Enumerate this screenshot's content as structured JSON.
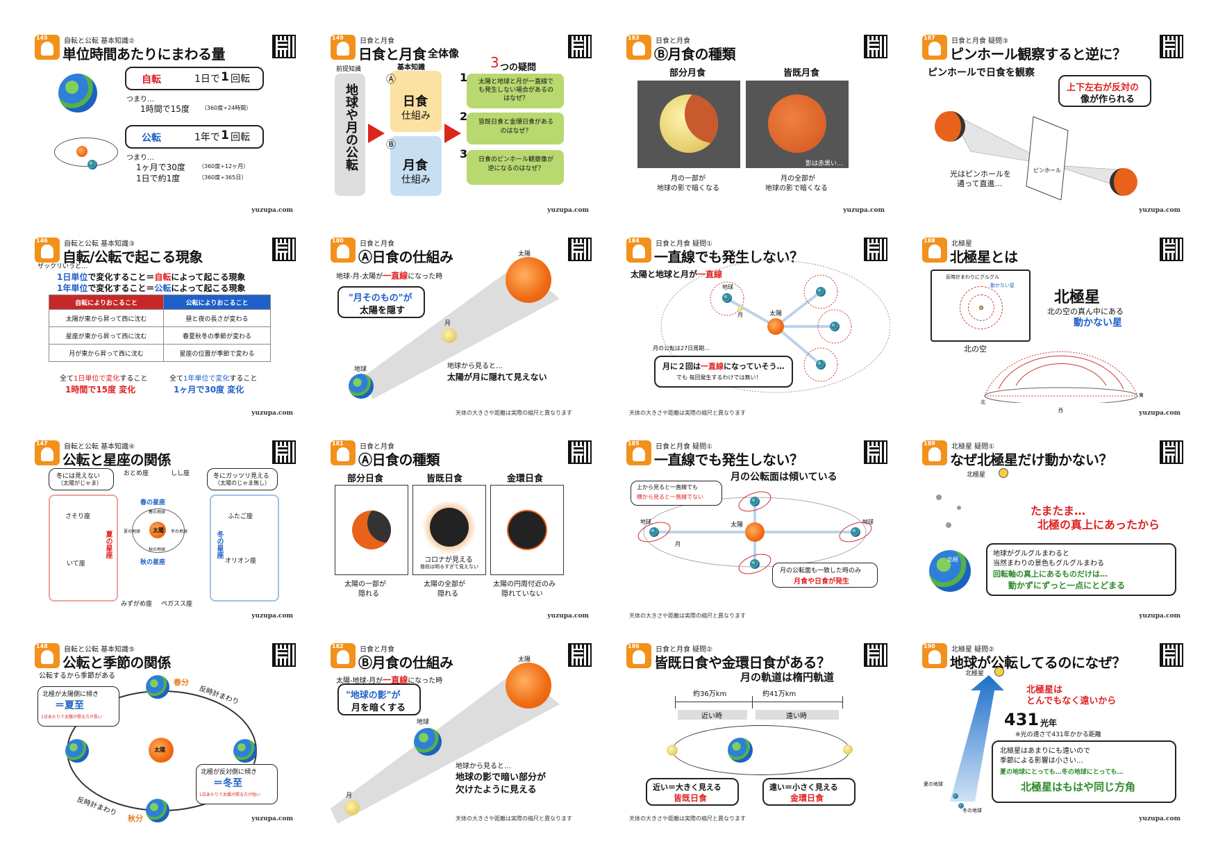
{
  "footer": "yuzupa.com",
  "note": "天体の大きさや距離は実際の縮尺と異なります",
  "cards": [
    {
      "num": "145",
      "cat": "自転と公転 基本知識②",
      "title": "単位時間あたりにまわる量",
      "b1_a": "自転",
      "b1_b": "1日で",
      "b1_c": "1",
      "b1_d": "回転",
      "l1": "つまり…",
      "l2": "1時間で15度",
      "l2s": "（360度÷24時間）",
      "b2_a": "公転",
      "b2_b": "1年で",
      "b2_c": "1",
      "b2_d": "回転",
      "l3": "つまり…",
      "l4": "1ヶ月で30度",
      "l4s": "（360度÷12ヶ月）",
      "l5": "1日で約1度",
      "l5s": "（360度÷365日）"
    },
    {
      "num": "149",
      "cat": "日食と月食",
      "title": "日食と月食",
      "sub": "全体像",
      "pre": "前提知識",
      "basic": "基本知識",
      "q3a": "3",
      "q3b": "つの疑問",
      "left": "地球や月の公転",
      "a_mark": "Ⓐ",
      "a1": "日食",
      "a2": "仕組み",
      "b_mark": "Ⓑ",
      "b1": "月食",
      "b2": "仕組み",
      "g1": "太陽と地球と月が一直線でも発生しない場合があるのはなぜ？",
      "g2": "皆既日食と金環日食があるのはなぜ？",
      "g3": "日食のピンホール観察像が逆になるのはなぜ？",
      "n1": "1",
      "n2": "2",
      "n3": "3"
    },
    {
      "num": "183",
      "cat": "日食と月食",
      "title": "Ⓑ月食の種類",
      "h1": "部分月食",
      "h2": "皆既月食",
      "c1a": "月の一部が",
      "c1b": "地球の影で暗くなる",
      "c2a": "月の全部が",
      "c2b": "地球の影で暗くなる",
      "tag": "影は赤黒い…"
    },
    {
      "num": "187",
      "cat": "日食と月食 疑問③",
      "title": "ピンホール観察すると逆に？",
      "lead": "ピンホールで日食を観察",
      "bub1": "上下左右が反対の",
      "bub2": "像が作られる",
      "pin": "ピンホール",
      "l1": "光はピンホールを",
      "l2": "通って直進…"
    },
    {
      "num": "146",
      "cat": "自転と公転 基本知識③",
      "title": "自転/公転で起こる現象",
      "intro": "ザックリいうと…",
      "r1a": "1日単位",
      "r1b": "で変化すること＝",
      "r1c": "自転",
      "r1d": "によって起こる現象",
      "r2a": "1年単位",
      "r2b": "で変化すること＝",
      "r2c": "公転",
      "r2d": "によって起こる現象",
      "th1": "自転によりおこること",
      "th2": "公転によりおこること",
      "rows": [
        [
          "太陽が東から昇って西に沈む",
          "昼と夜の長さが変わる"
        ],
        [
          "星座が東から昇って西に沈む",
          "春夏秋冬の季節が変わる"
        ],
        [
          "月が東から昇って西に沈む",
          "星座の位置が季節で変わる"
        ]
      ],
      "f1a": "全て",
      "f1b": "1日単位で変化",
      "f1c": "すること",
      "f1d": "1時間で15度",
      "f1e": "変化",
      "f2a": "全て",
      "f2b": "1年単位で変化",
      "f2c": "すること",
      "f2d": "1ヶ月で30度",
      "f2e": "変化"
    },
    {
      "num": "180",
      "cat": "日食と月食",
      "title": "Ⓐ日食の仕組み",
      "lead_a": "地球-月-太陽が",
      "lead_b": "一直線",
      "lead_c": "になった時",
      "bub1": "\"月そのもの\"が",
      "bub2": "太陽を隠す",
      "sun": "太陽",
      "moon": "月",
      "earth": "地球",
      "s1": "地球から見ると…",
      "s2": "太陽が月に隠れて見えない"
    },
    {
      "num": "184",
      "cat": "日食と月食 疑問①",
      "title": "一直線でも発生しない？",
      "lead_a": "太陽と地球と月が",
      "lead_b": "一直線",
      "sun": "太陽",
      "earth": "地球",
      "moon": "月",
      "cycle": "月の公転は27日周期…",
      "bub1a": "月に２回は",
      "bub1b": "一直線",
      "bub1c": "になっていそう…",
      "bub2": "でも 毎回発生するわけでは無い！"
    },
    {
      "num": "188",
      "cat": "北極星",
      "title": "北極星とは",
      "lbl1": "反時計まわりにグルグル",
      "lbl2": "動かない星",
      "sky": "北の空",
      "big": "北極星",
      "s1": "北の空の真ん中にある",
      "s2": "動かない星",
      "n": "北",
      "e": "東",
      "w": "西"
    },
    {
      "num": "147",
      "cat": "自転と公転 基本知識④",
      "title": "公転と星座の関係",
      "b1a": "冬には見えない",
      "b1b": "（太陽がじゃま）",
      "b2a": "冬にガッツリ見える",
      "b2b": "（太陽のじゃま無し）",
      "c1": "おとめ座",
      "c2": "しし座",
      "c3": "さそり座",
      "c4": "いて座",
      "c5": "ふたご座",
      "c6": "オリオン座",
      "c7": "みずがめ座",
      "c8": "ペガスス座",
      "spring": "春の星座",
      "autumn": "秋の星座",
      "summer": "夏の星座",
      "winter": "冬の星座",
      "sun": "太陽",
      "e1": "春の地球",
      "e2": "夏の地球",
      "e3": "冬の地球",
      "e4": "秋の地球"
    },
    {
      "num": "181",
      "cat": "日食と月食",
      "title": "Ⓐ日食の種類",
      "h1": "部分日食",
      "h2": "皆既日食",
      "h3": "金環日食",
      "cor1": "コロナが見える",
      "cor2": "普段は明るすぎて見えない",
      "c1a": "太陽の一部が",
      "c1b": "隠れる",
      "c2a": "太陽の全部が",
      "c2b": "隠れる",
      "c3a": "太陽の円周付近のみ",
      "c3b": "隠れていない"
    },
    {
      "num": "185",
      "cat": "日食と月食 疑問①",
      "title": "一直線でも発生しない？",
      "lead": "月の公転面は傾いている",
      "bub1a": "上から見ると一直線でも",
      "bub1b": "横から見ると一直線でない",
      "bub2a": "月の公転面も一致した時のみ",
      "bub2b": "月食や日食が発生",
      "earth": "地球",
      "moon": "月",
      "sun": "太陽"
    },
    {
      "num": "189",
      "cat": "北極星 疑問①",
      "title": "なぜ北極星だけ動かない？",
      "pole": "北極星",
      "ans1": "たまたま…",
      "ans2": "北極の真上にあったから",
      "axis": "北極",
      "b1": "地球がグルグルまわると",
      "b2": "当然まわりの景色もグルグルまわる",
      "b3": "回転軸の真上にあるものだけは…",
      "b4": "動かずにずっと一点にとどまる"
    },
    {
      "num": "148",
      "cat": "自転と公転 基本知識⑤",
      "title": "公転と季節の関係",
      "lead": "公転するから季節がある",
      "spring": "春分",
      "autumn": "秋分",
      "ccw": "反時計まわり",
      "sun": "太陽",
      "s1a": "北極が太陽側に傾き",
      "s1b": "＝夏至",
      "s1c": "1日あたりで太陽が照る方が長い",
      "s2a": "北極が反対側に傾き",
      "s2b": "＝冬至",
      "s2c": "1日あたりで太陽が照る方が短い"
    },
    {
      "num": "182",
      "cat": "日食と月食",
      "title": "Ⓑ月食の仕組み",
      "lead_a": "太陽-地球-月が",
      "lead_b": "一直線",
      "lead_c": "になった時",
      "bub1": "\"地球の影\"が",
      "bub2": "月を暗くする",
      "sun": "太陽",
      "earth": "地球",
      "moon": "月",
      "s1": "地球から見ると…",
      "s2": "地球の影で暗い部分が",
      "s3": "欠けたように見える"
    },
    {
      "num": "186",
      "cat": "日食と月食 疑問②",
      "title": "皆既日食や金環日食がある？",
      "lead": "月の軌道は楕円軌道",
      "d1": "約36万km",
      "d2": "約41万km",
      "near": "近い時",
      "far": "遠い時",
      "b1a": "近い＝大きく見える",
      "b1b": "皆既日食",
      "b2a": "遠い＝小さく見える",
      "b2b": "金環日食"
    },
    {
      "num": "190",
      "cat": "北極星 疑問②",
      "title": "地球が公転してるのになぜ？",
      "pole": "北極星",
      "ans1": "北極星は",
      "ans2": "とんでもなく遠いから",
      "dist": "431",
      "unit": "光年",
      "distnote": "※光の速さで431年かかる距離",
      "b1": "北極星はあまりにも遠いので",
      "b2": "季節による影響は小さい…",
      "b3": "夏の地球にとっても…冬の地球にとっても…",
      "b4": "北極星はもはや同じ方角",
      "summer": "夏の地球",
      "winter": "冬の地球"
    }
  ]
}
